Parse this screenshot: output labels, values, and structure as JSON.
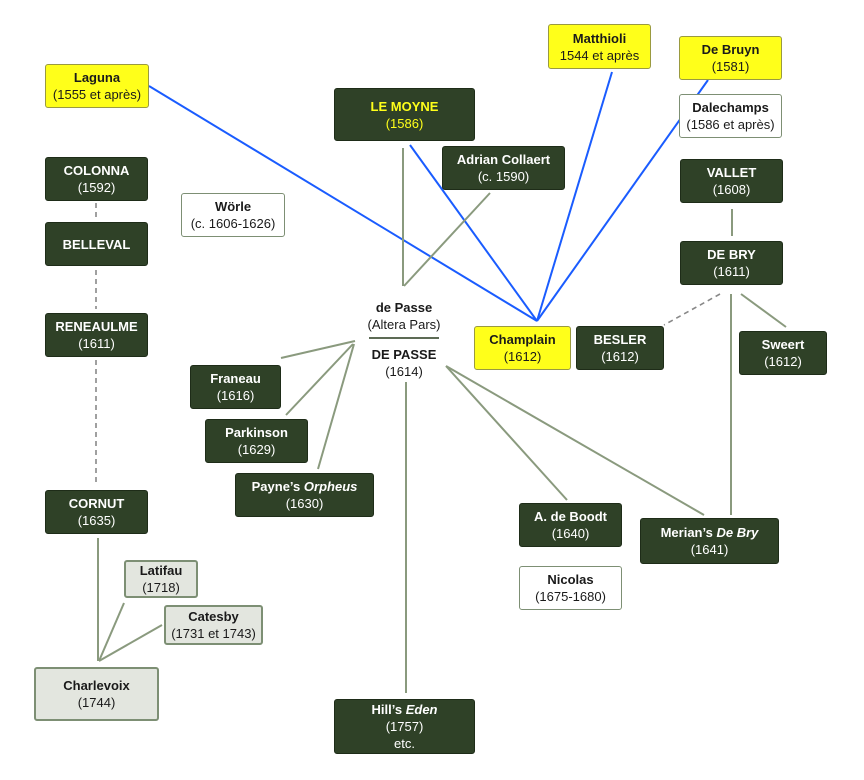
{
  "nodes": {
    "laguna": {
      "name": "Laguna",
      "date": "(1555 et après)",
      "style": "yellow"
    },
    "matthioli": {
      "name": "Matthioli",
      "date": "1544 et après",
      "style": "yellow"
    },
    "debruyn": {
      "name": "De Bruyn",
      "date": "(1581)",
      "style": "yellow"
    },
    "champlain": {
      "name": "Champlain",
      "date": "(1612)",
      "style": "yellow"
    },
    "lemoyne": {
      "name": "LE MOYNE",
      "date": "(1586)",
      "style": "dark"
    },
    "collaert": {
      "name": "Adrian Collaert",
      "date": "(c. 1590)",
      "style": "dark"
    },
    "dalechamps": {
      "name": "Dalechamps",
      "date": "(1586 et après)",
      "style": "white"
    },
    "colonna": {
      "name": "COLONNA",
      "date": "(1592)",
      "style": "dark"
    },
    "worle": {
      "name": "Wörle",
      "date": "(c. 1606-1626)",
      "style": "white"
    },
    "belleval": {
      "name": "BELLEVAL",
      "date": "",
      "style": "dark"
    },
    "vallet": {
      "name": "VALLET",
      "date": "(1608)",
      "style": "dark"
    },
    "debry": {
      "name": "DE BRY",
      "date": "(1611)",
      "style": "dark"
    },
    "reneaulme": {
      "name": "RENEAULME",
      "date": "(1611)",
      "style": "dark"
    },
    "besler": {
      "name": "BESLER",
      "date": "(1612)",
      "style": "dark"
    },
    "sweert": {
      "name": "Sweert",
      "date": "(1612)",
      "style": "dark"
    },
    "franeau": {
      "name": "Franeau",
      "date": "(1616)",
      "style": "dark"
    },
    "parkinson": {
      "name": "Parkinson",
      "date": "(1629)",
      "style": "dark"
    },
    "payne": {
      "name": "Payne’s ",
      "name_italic": "Orpheus",
      "date": "(1630)",
      "style": "dark"
    },
    "cornut": {
      "name": "CORNUT",
      "date": "(1635)",
      "style": "dark"
    },
    "deboodt": {
      "name": "A. de Boodt",
      "date": "(1640)",
      "style": "dark"
    },
    "merian": {
      "name": "Merian’s ",
      "name_italic": "De Bry",
      "date": "(1641)",
      "style": "dark"
    },
    "nicolas": {
      "name": "Nicolas",
      "date": "(1675-1680)",
      "style": "white"
    },
    "latifau": {
      "name": "Latifau",
      "date": "(1718)",
      "style": "gray"
    },
    "catesby": {
      "name": "Catesby",
      "date": "(1731 et 1743)",
      "style": "gray"
    },
    "charlevoix": {
      "name": "Charlevoix",
      "date": "(1744)",
      "style": "gray"
    },
    "hill": {
      "name": "Hill’s ",
      "name_italic": "Eden",
      "date": "(1757)",
      "extra": "etc.",
      "style": "dark"
    }
  },
  "depasse": {
    "top_name": "de Passe",
    "top_sub": "(Altera Pars)",
    "main_name": "DE PASSE",
    "main_date": "(1614)"
  },
  "colors": {
    "dark_box": "#2f4127",
    "highlight_yellow": "#ffff1a",
    "link_green": "#8a9a7e",
    "link_blue": "#1a5cff",
    "dashed_gray": "#888888"
  },
  "edges": [
    {
      "from": "laguna",
      "to": "champlain",
      "type": "blue"
    },
    {
      "from": "lemoyne",
      "to": "champlain",
      "type": "blue"
    },
    {
      "from": "matthioli",
      "to": "champlain",
      "type": "blue"
    },
    {
      "from": "debruyn",
      "to": "champlain",
      "type": "blue"
    },
    {
      "from": "lemoyne",
      "to": "depasse",
      "type": "green"
    },
    {
      "from": "collaert",
      "to": "depasse",
      "type": "green"
    },
    {
      "from": "depasse",
      "to": "franeau",
      "type": "green"
    },
    {
      "from": "depasse",
      "to": "parkinson",
      "type": "green"
    },
    {
      "from": "depasse",
      "to": "payne",
      "type": "green"
    },
    {
      "from": "depasse",
      "to": "hill",
      "type": "green"
    },
    {
      "from": "depasse",
      "to": "deboodt",
      "type": "green"
    },
    {
      "from": "depasse",
      "to": "merian",
      "type": "green"
    },
    {
      "from": "vallet",
      "to": "debry",
      "type": "green"
    },
    {
      "from": "debry",
      "to": "besler",
      "type": "dashed"
    },
    {
      "from": "debry",
      "to": "sweert",
      "type": "green"
    },
    {
      "from": "debry",
      "to": "merian",
      "type": "green"
    },
    {
      "from": "colonna",
      "to": "belleval",
      "type": "dashed"
    },
    {
      "from": "belleval",
      "to": "reneaulme",
      "type": "dashed"
    },
    {
      "from": "reneaulme",
      "to": "cornut",
      "type": "dashed"
    },
    {
      "from": "cornut",
      "to": "charlevoix",
      "type": "green"
    },
    {
      "from": "latifau",
      "to": "charlevoix",
      "type": "green"
    },
    {
      "from": "catesby",
      "to": "charlevoix",
      "type": "green"
    }
  ]
}
